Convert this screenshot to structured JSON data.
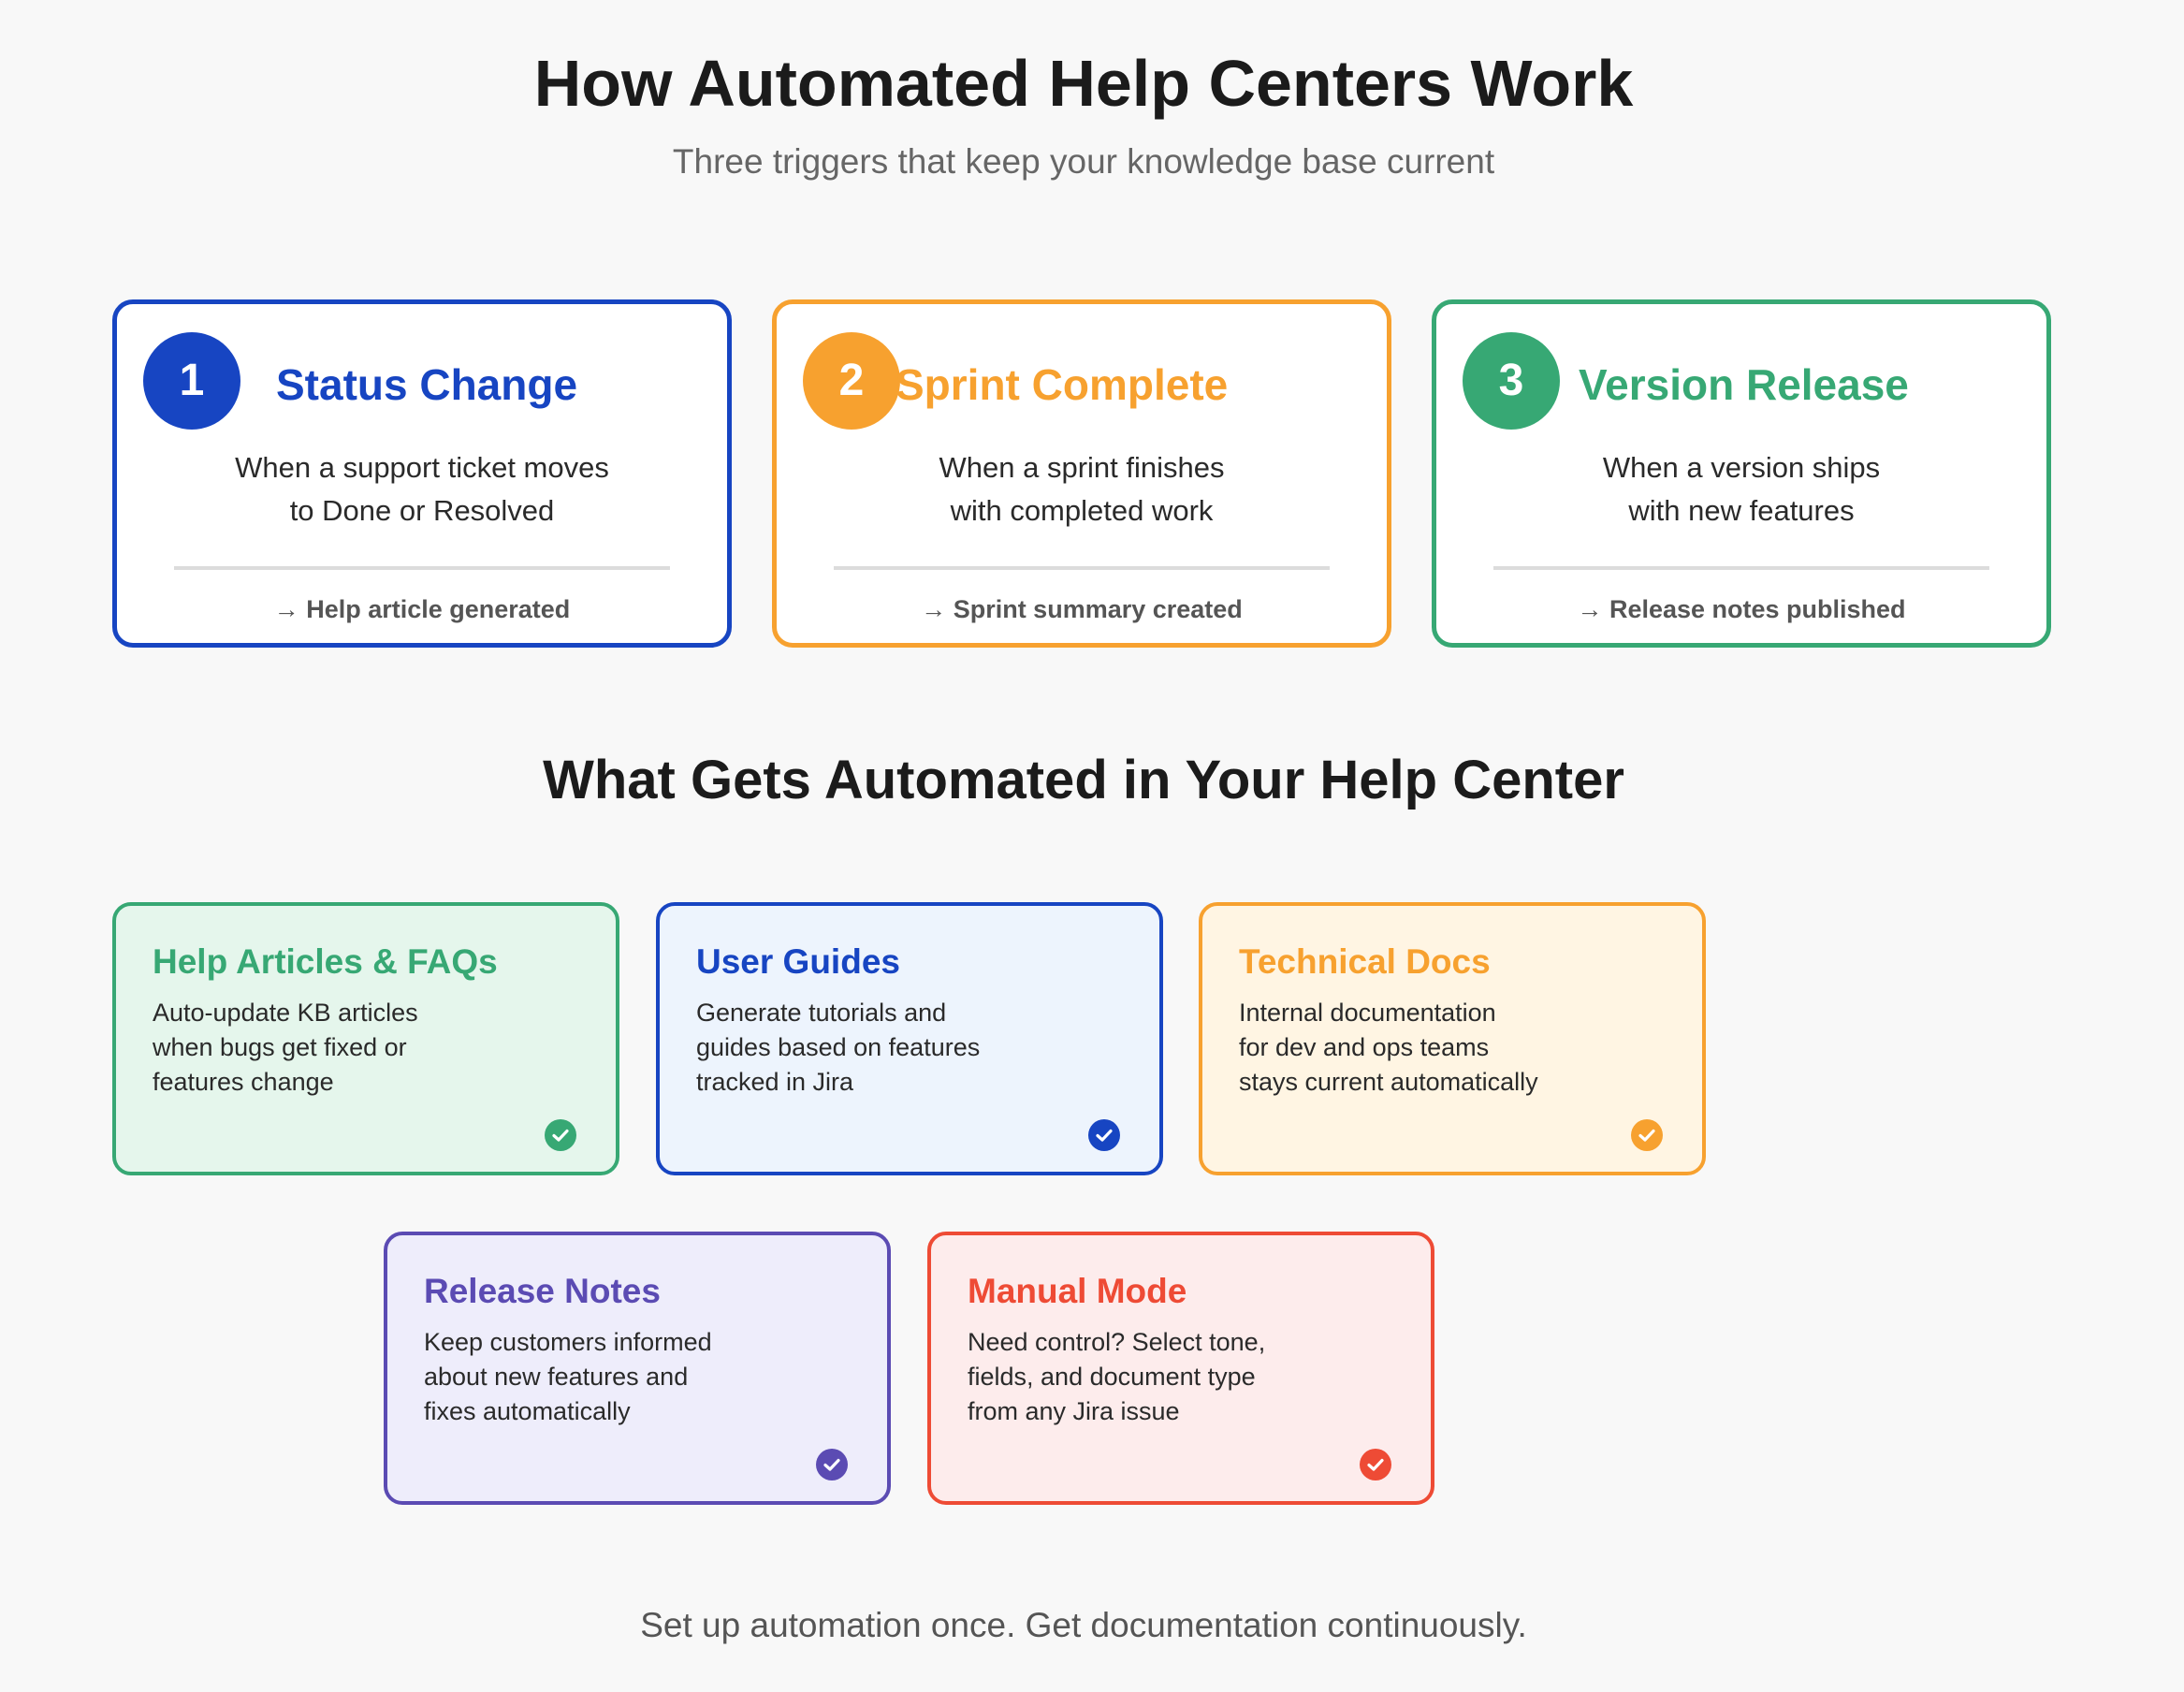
{
  "header": {
    "title": "How Automated Help Centers Work",
    "subtitle": "Three triggers that keep your knowledge base current"
  },
  "triggers": [
    {
      "number": "1",
      "title": "Status Change",
      "desc_lines": [
        "When a support ticket moves",
        "to Done or Resolved"
      ],
      "result": "→ Help article generated",
      "color": "#1745c2"
    },
    {
      "number": "2",
      "title": "Sprint Complete",
      "desc_lines": [
        "When a sprint finishes",
        "with completed work"
      ],
      "result": "→ Sprint summary created",
      "color": "#f7a12f"
    },
    {
      "number": "3",
      "title": "Version Release",
      "desc_lines": [
        "When a version ships",
        "with new features"
      ],
      "result": "→ Release notes published",
      "color": "#37a874"
    }
  ],
  "section": {
    "title": "What Gets Automated in Your Help Center"
  },
  "features": [
    {
      "title": "Help Articles & FAQs",
      "desc_lines": [
        "Auto-update KB articles",
        "when bugs get fixed or",
        "features change"
      ],
      "color": "#37a874",
      "background": "#e5f6ec",
      "icon": "check-circle-icon"
    },
    {
      "title": "User Guides",
      "desc_lines": [
        "Generate tutorials and",
        "guides based on features",
        "tracked in Jira"
      ],
      "color": "#1745c2",
      "background": "#edf4fd",
      "icon": "check-circle-icon"
    },
    {
      "title": "Technical Docs",
      "desc_lines": [
        "Internal documentation",
        "for dev and ops teams",
        "stays current automatically"
      ],
      "color": "#f7a12f",
      "background": "#fff5e3",
      "icon": "check-circle-icon"
    },
    {
      "title": "Release Notes",
      "desc_lines": [
        "Keep customers informed",
        "about new features and",
        "fixes automatically"
      ],
      "color": "#5b4bb3",
      "background": "#eeedfb",
      "icon": "check-circle-icon"
    },
    {
      "title": "Manual Mode",
      "desc_lines": [
        "Need control? Select tone,",
        "fields, and document type",
        "from any Jira issue"
      ],
      "color": "#ee4b35",
      "background": "#fdecec",
      "icon": "check-circle-icon"
    }
  ],
  "footer": {
    "tagline": "Set up automation once. Get documentation continuously."
  }
}
